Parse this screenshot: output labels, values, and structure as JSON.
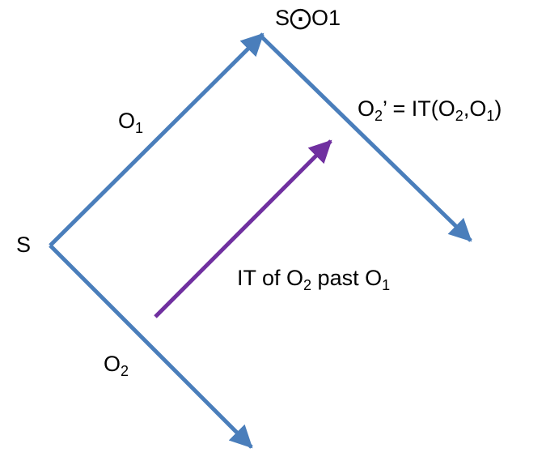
{
  "colors": {
    "operation_arrow": "#4a7ebb",
    "transform_arrow": "#7030a0",
    "text": "#000000"
  },
  "labels": {
    "start_state": "S",
    "combined_state": "S⨀O1",
    "o1": {
      "base": "O",
      "sub": "1"
    },
    "o2": {
      "base": "O",
      "sub": "2"
    },
    "o2_prime": {
      "lead_base": "O",
      "lead_sub": "2",
      "rest": "’ = IT(O",
      "arg1_sub": "2",
      "mid": ",O",
      "arg2_sub": "1",
      "close": ")"
    },
    "it_label": {
      "lead": "IT of O",
      "sub1": "2",
      "mid": " past O",
      "sub2": "1"
    }
  }
}
